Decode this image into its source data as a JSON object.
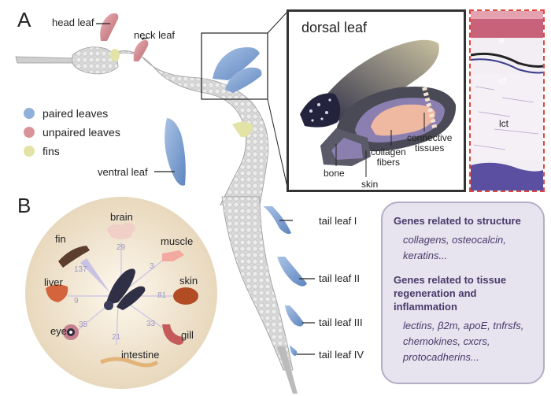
{
  "panels": {
    "a": "A",
    "b": "B"
  },
  "labels": {
    "head_leaf": "head leaf",
    "neck_leaf": "neck leaf",
    "ventral_leaf": "ventral leaf",
    "tail_leaf_1": "tail leaf I",
    "tail_leaf_2": "tail leaf II",
    "tail_leaf_3": "tail leaf III",
    "tail_leaf_4": "tail leaf IV"
  },
  "legend": [
    {
      "label": "paired leaves",
      "color": "#8fb0d8"
    },
    {
      "label": "unpaired leaves",
      "color": "#d9949a"
    },
    {
      "label": "fins",
      "color": "#e3e3a6"
    }
  ],
  "inset": {
    "title": "dorsal leaf",
    "bone": "bone",
    "skin": "skin",
    "collagen": "collagen\nfibers",
    "connective": "connective\ntissues"
  },
  "histology": {
    "e": "e",
    "cf": "cf",
    "lct": "lct"
  },
  "organs": {
    "brain": "brain",
    "muscle": "muscle",
    "skin": "skin",
    "gill": "gill",
    "intestine": "intestine",
    "eye": "eye",
    "liver": "liver",
    "fin": "fin"
  },
  "counts": {
    "brain": "29",
    "muscle": "3",
    "skin": "81",
    "gill": "33",
    "intestine": "21",
    "eye": "35",
    "liver": "9",
    "fin": "137"
  },
  "genes": {
    "structure_title": "Genes related to structure",
    "structure_items": "collagens, osteocalcin, keratins...",
    "regen_title": "Genes related to tissue regeneration and inflammation",
    "regen_items": "lectins, β2m, apoE, tnfrsfs, chemokines, cxcrs, protocadherins..."
  }
}
